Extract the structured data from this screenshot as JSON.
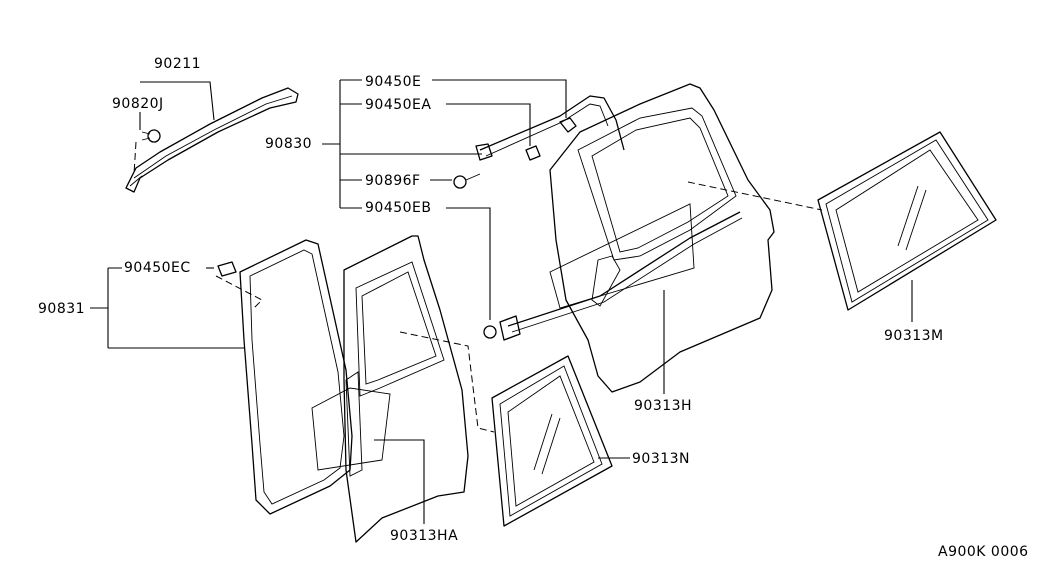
{
  "diagram_code": "A900K 0006",
  "callouts": {
    "p90211": "90211",
    "p90820J": "90820J",
    "p90450E": "90450E",
    "p90450EA": "90450EA",
    "p90830": "90830",
    "p90896F": "90896F",
    "p90450EB": "90450EB",
    "p90450EC": "90450EC",
    "p90831": "90831",
    "p90313M": "90313M",
    "p90313H": "90313H",
    "p90313N": "90313N",
    "p90313HA": "90313HA"
  }
}
